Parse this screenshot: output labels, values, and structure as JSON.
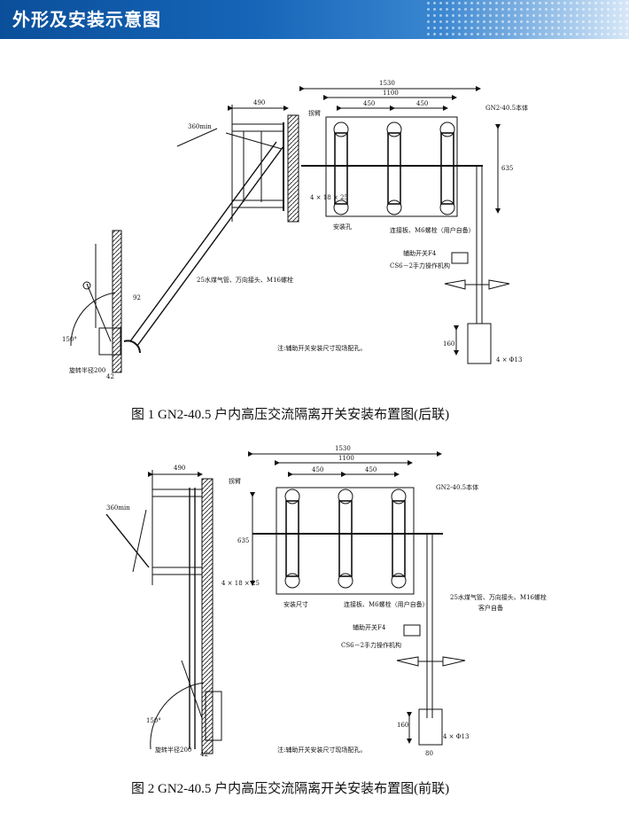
{
  "header": {
    "title": "外形及安装示意图"
  },
  "figure1": {
    "caption": "图 1   GN2-40.5 户内高压交流隔离开关安装布置图(后联)",
    "dims": {
      "total": "1530",
      "inner": "1100",
      "pitch_left": "450",
      "pitch_right": "450",
      "arm": "490",
      "height": "635",
      "height_small": "4 × 18 × 25",
      "d92": "92",
      "d360": "360min",
      "d42": "42",
      "d160": "160",
      "holes": "4 × Φ13",
      "angle": "150°",
      "radius": "旋转半径200"
    },
    "labels": {
      "body": "GN2-40.5本体",
      "gear": "拐臂",
      "mount_hole": "安装孔",
      "plate": "连接板、M6螺栓（用户自备）",
      "aux_switch": "辅助开关F4",
      "mech": "CS6－2手力操作机构",
      "pipe": "25水煤气管、万向接头、M16螺栓",
      "note": "注:辅助开关安装尺寸现场配孔。"
    }
  },
  "figure2": {
    "caption": "图 2   GN2-40.5 户内高压交流隔离开关安装布置图(前联)",
    "dims": {
      "total": "1530",
      "inner": "1100",
      "pitch_left": "450",
      "pitch_right": "450",
      "arm": "490",
      "height": "635",
      "height_small": "4 × 18 × 25",
      "d360": "360min",
      "d42": "42",
      "d160": "160",
      "holes": "4 × Φ13",
      "d80": "80",
      "angle": "150°",
      "radius": "旋转半径200"
    },
    "labels": {
      "body": "GN2-40.5本体",
      "gear": "拐臂",
      "mount_size": "安装尺寸",
      "pipe": "25水煤气管、万向接头、M16螺栓",
      "pipe2": "客户自备",
      "plate": "连接板、M6螺栓（用户自备）",
      "aux_switch": "辅助开关F4",
      "mech": "CS6－2手力操作机构",
      "note": "注:辅助开关安装尺寸现场配孔。"
    }
  }
}
